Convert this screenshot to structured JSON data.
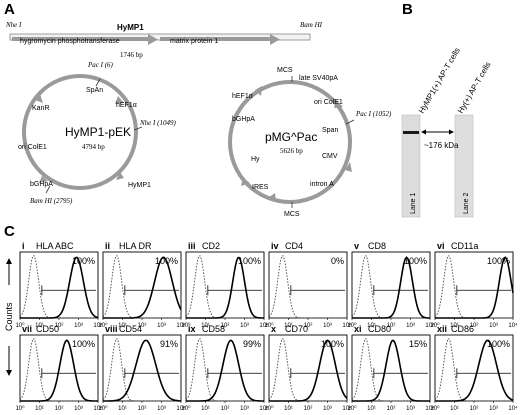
{
  "panel_labels": {
    "A": "A",
    "B": "B",
    "C": "C"
  },
  "construct": {
    "nhe": "Nhe I",
    "bam": "Bam HI",
    "gene_label": "HyMP1",
    "segment1": "hygromycin phosphotransferase",
    "segment2": "matrix protein 1",
    "length": "1746 bp"
  },
  "plasmid1": {
    "name": "HyMP1-pEK",
    "size": "4794 bp",
    "site_pac": "Pac I (6)",
    "site_nhe": "Nhe I (1049)",
    "site_bam": "Bam HI (2795)",
    "features": {
      "spAn": "SpAn",
      "hef1a": "hEF1α",
      "kanr": "KanR",
      "ori": "ori ColE1",
      "bghpa": "bGHpA",
      "hymp1": "HyMP1"
    }
  },
  "plasmid2": {
    "name": "pMG^Pac",
    "size": "5626 bp",
    "site_pac": "Pac I (1052)",
    "features": {
      "mcs_top": "MCS",
      "late": "late SV40pA",
      "hef1a": "hEF1α",
      "ori": "ori ColE1",
      "bghpa": "bGHpA",
      "span": "Span",
      "hy": "Hy",
      "cmv": "CMV",
      "ires": "IRES",
      "intron": "intron A",
      "mcs_bottom": "MCS"
    }
  },
  "blot": {
    "lane1_header": "HyMP1(+) AP-T cells",
    "lane2_header": "Hy(+) AP-T cells",
    "lane1_label": "Lane 1",
    "lane2_label": "Lane 2",
    "band_label": "~176 kDa"
  },
  "flow": {
    "y_axis_label": "Counts",
    "tick_labels": [
      "10⁰",
      "10¹",
      "10²",
      "10³",
      "10⁴"
    ],
    "panels": [
      {
        "id": "i",
        "marker": "HLA ABC",
        "pct": "100%"
      },
      {
        "id": "ii",
        "marker": "HLA DR",
        "pct": "100%"
      },
      {
        "id": "iii",
        "marker": "CD2",
        "pct": "100%"
      },
      {
        "id": "iv",
        "marker": "CD4",
        "pct": "0%"
      },
      {
        "id": "v",
        "marker": "CD8",
        "pct": "100%"
      },
      {
        "id": "vi",
        "marker": "CD11a",
        "pct": "100%"
      },
      {
        "id": "vii",
        "marker": "CD50",
        "pct": "100%"
      },
      {
        "id": "viii",
        "marker": "CD54",
        "pct": "91%"
      },
      {
        "id": "ix",
        "marker": "CD58",
        "pct": "99%"
      },
      {
        "id": "x",
        "marker": "CD70",
        "pct": "100%"
      },
      {
        "id": "xi",
        "marker": "CD80",
        "pct": "15%"
      },
      {
        "id": "xii",
        "marker": "CD86",
        "pct": "100%"
      }
    ]
  }
}
